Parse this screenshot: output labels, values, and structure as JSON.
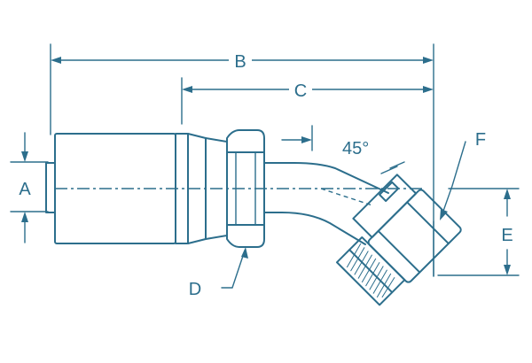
{
  "labels": {
    "A": "A",
    "B": "B",
    "C": "C",
    "D": "D",
    "E": "E",
    "F": "F",
    "angle": "45°"
  }
}
